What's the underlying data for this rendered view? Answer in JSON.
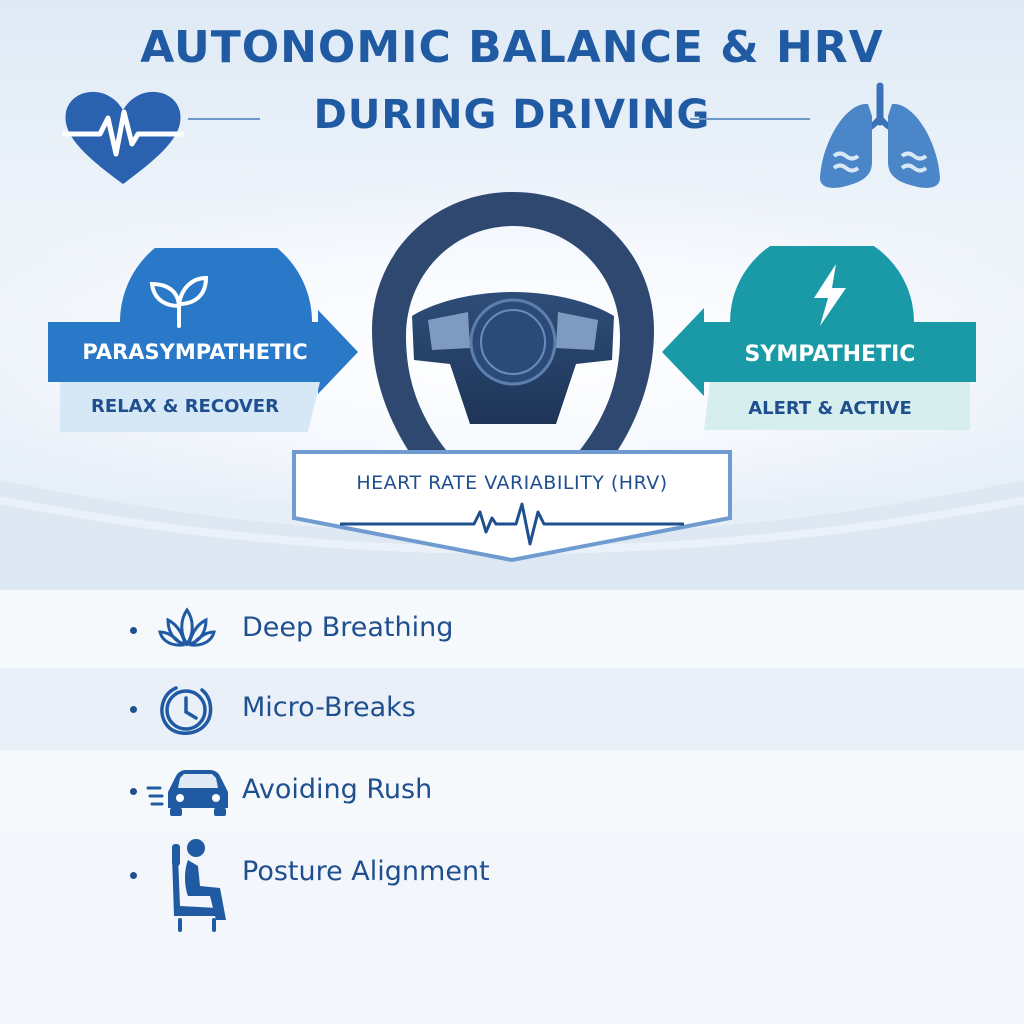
{
  "title": {
    "line1": "AUTONOMIC BALANCE & HRV",
    "line2": "DURING DRIVING"
  },
  "parasympathetic": {
    "label": "PARASYMPATHETIC",
    "sublabel": "RELAX & RECOVER",
    "color": "#2a78c8"
  },
  "sympathetic": {
    "label": "SYMPATHETIC",
    "sublabel": "ALERT & ACTIVE",
    "color": "#1aa0a8"
  },
  "hrv": {
    "label": "HEART RATE VARIABILITY (HRV)"
  },
  "strategies": [
    {
      "icon": "lotus-icon",
      "label": "Deep Breathing"
    },
    {
      "icon": "clock-icon",
      "label": "Micro-Breaks"
    },
    {
      "icon": "car-icon",
      "label": "Avoiding Rush"
    },
    {
      "icon": "seated-person-icon",
      "label": "Posture Alignment"
    }
  ],
  "colors": {
    "title": "#1f5aa3",
    "wheel": "#2e4870",
    "text_dark": "#1f4f8f"
  }
}
